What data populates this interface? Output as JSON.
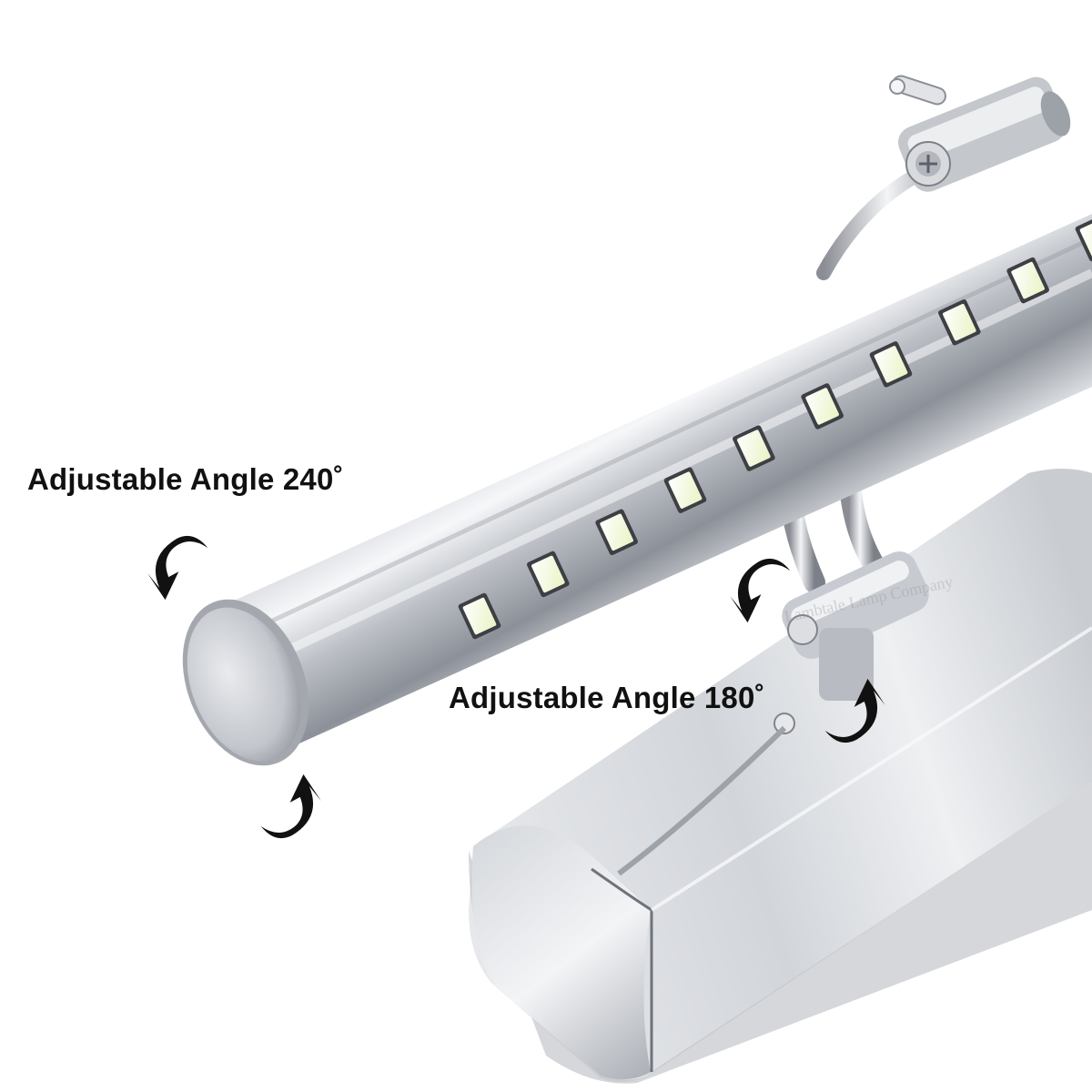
{
  "annotations": {
    "tube_angle_label": "Adjustable Angle 240˚",
    "arm_angle_label": "Adjustable Angle 180˚"
  },
  "watermark": {
    "text": "Lambtale Lamp Company"
  },
  "product": {
    "led_count_visible": 10
  },
  "colors": {
    "background": "#ffffff",
    "chrome_light": "#f2f3f5",
    "chrome_mid": "#c9ccd1",
    "chrome_dark": "#7d8088",
    "led_face": "#f7fbe8",
    "arrow": "#111111",
    "label_text": "#111111"
  },
  "icons": [
    "rotate-arrow-icon"
  ]
}
